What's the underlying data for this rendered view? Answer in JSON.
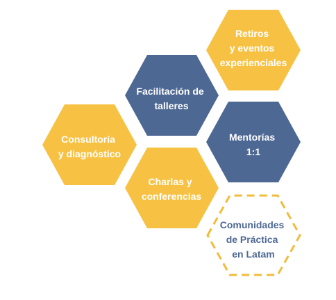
{
  "colors": {
    "yellow": "#F7C244",
    "blue": "#4E6894",
    "white_text": "#FFFFFF",
    "outline": "#F2BC3A",
    "outline_text": "#4E6894"
  },
  "services": {
    "retiros": {
      "lines": [
        "Retiros",
        "y eventos",
        "experienciales"
      ],
      "style": "filled-yellow"
    },
    "facilitacion": {
      "lines": [
        "Facilitación de",
        "talleres"
      ],
      "style": "filled-blue"
    },
    "mentorias": {
      "lines": [
        "Mentorías",
        "1:1"
      ],
      "style": "filled-blue"
    },
    "consultoria": {
      "lines": [
        "Consultoría",
        "y diagnóstico"
      ],
      "style": "filled-yellow"
    },
    "charlas": {
      "lines": [
        "Charlas y",
        "conferencias"
      ],
      "style": "filled-yellow"
    },
    "comunidades": {
      "lines": [
        "Comunidades",
        "de Práctica",
        "en Latam"
      ],
      "style": "dashed-outline"
    }
  }
}
